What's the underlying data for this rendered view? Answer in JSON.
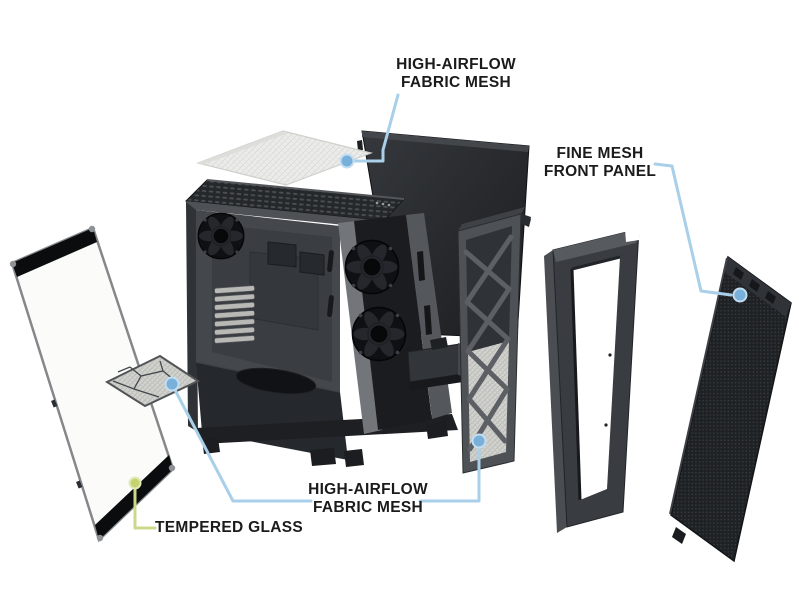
{
  "diagram": {
    "type": "exploded-view-product-diagram",
    "subject": "PC tower case with removable panels, fans and dust filters",
    "background_color": "#ffffff"
  },
  "labels": {
    "top_fabric_mesh": {
      "line1": "HIGH-AIRFLOW",
      "line2": "FABRIC MESH"
    },
    "fine_mesh_front_panel": {
      "line1": "FINE MESH",
      "line2": "FRONT PANEL"
    },
    "bottom_fabric_mesh": {
      "line1": "HIGH-AIRFLOW",
      "line2": "FABRIC MESH"
    },
    "tempered_glass": {
      "line1": "TEMPERED GLASS"
    }
  },
  "callout_style": {
    "line_color_blue": "#a9cfe9",
    "dot_color_blue": "#78b0d9",
    "line_color_green": "#ccd98b",
    "dot_color_green": "#c5d26e",
    "text_color": "#1b1b1b"
  },
  "parts": [
    "tempered-glass-side-panel",
    "bottom-dust-filter-fabric-mesh",
    "main-chassis",
    "top-fabric-mesh-filter",
    "steel-side-panel",
    "front-mesh-frame-x-pattern",
    "front-panel-frame",
    "fine-mesh-front-panel"
  ]
}
